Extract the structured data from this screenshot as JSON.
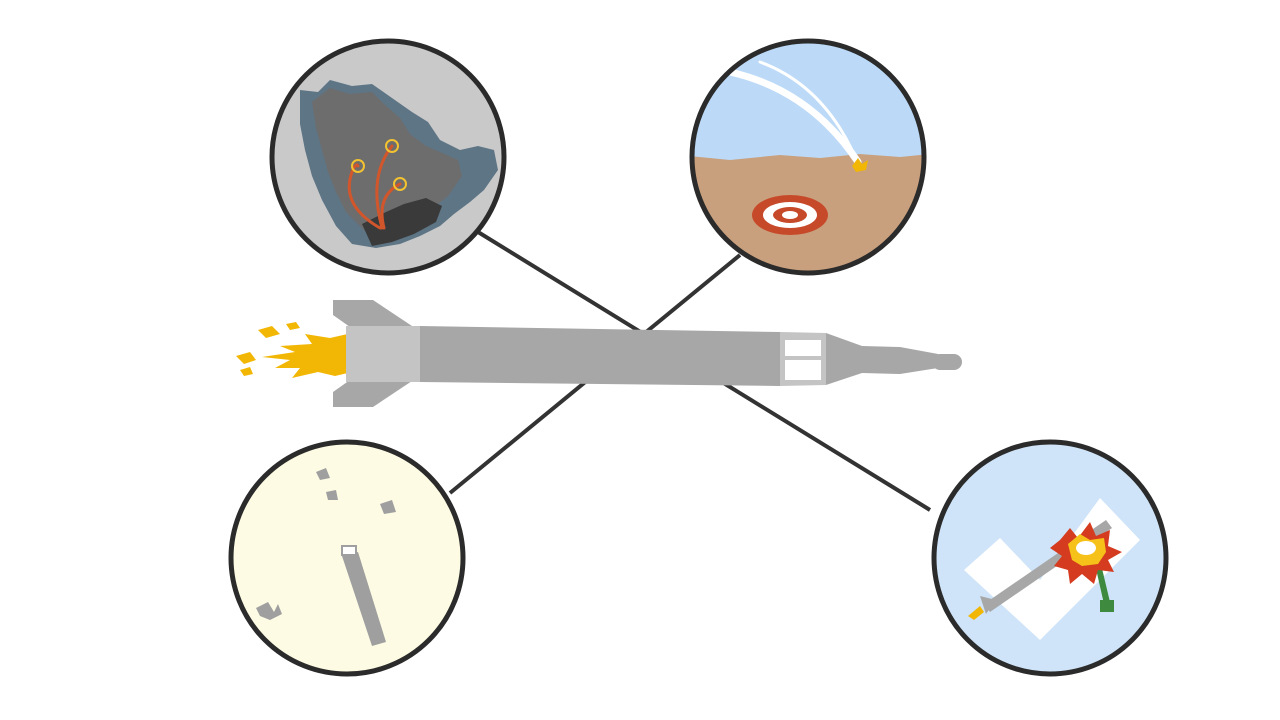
{
  "colors": {
    "background": "#ffffff",
    "connector": "#333333",
    "circle_border": "#2b2b2b",
    "missile_body": "#a7a7a7",
    "missile_dark": "#8f8f8f",
    "missile_light": "#c4c4c4",
    "flame": "#f2b705",
    "map_sea": "#c9c9c9",
    "map_coast": "#5e7585",
    "map_land": "#6d6d6d",
    "map_yemen": "#3a3a3a",
    "trajectory": "#d2562b",
    "target_ring": "#f2c230",
    "sky": "#bcdaf7",
    "desert": "#c9a07e",
    "bullseye_red": "#c64a2a",
    "debris_bg": "#fdfbe3",
    "debris": "#9f9f9f",
    "intercept_bg": "#cfe4f8",
    "interceptor_green": "#3e8a3e",
    "explosion_red": "#d43b1f",
    "explosion_yellow": "#f6c21a"
  },
  "panels": [
    {
      "id": "launch-map",
      "icon": "map-icon"
    },
    {
      "id": "impact-target",
      "icon": "bullseye-icon"
    },
    {
      "id": "missile-debris",
      "icon": "debris-icon"
    },
    {
      "id": "interception",
      "icon": "explosion-icon"
    }
  ]
}
